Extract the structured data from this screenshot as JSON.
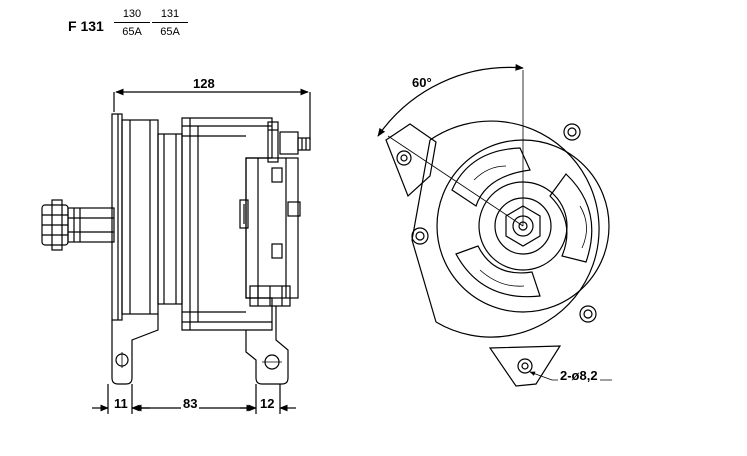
{
  "header": {
    "model": "F 131",
    "variants": [
      {
        "numerator": "130",
        "denominator": "65A"
      },
      {
        "numerator": "131",
        "denominator": "65A"
      }
    ]
  },
  "dimensions": {
    "overall_length": "128",
    "flange_thickness": "11",
    "mount_spacing": "83",
    "rear_foot_width": "12",
    "angle": "60°",
    "holes": "2-ø8,2"
  }
}
